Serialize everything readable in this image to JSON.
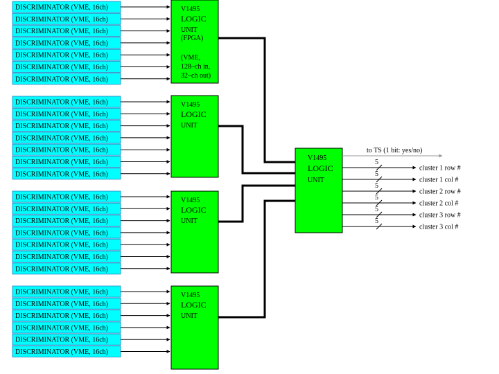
{
  "colors": {
    "discriminator_fill": "#00ffff",
    "discriminator_stroke": "#3399cc",
    "logic_fill": "#00ff00",
    "logic_stroke": "#000000",
    "thick_wire": "#000000",
    "thin_wire": "#000000",
    "ts_wire": "#999999"
  },
  "icons": [
    "arrow-right-icon",
    "bus-slash-icon"
  ],
  "discriminator_label": "DISCRIMINATOR (VME, 16ch)",
  "groups": [
    {
      "discriminator_count": 7,
      "unit": {
        "line1": "V1495",
        "line2": "LOGIC",
        "line3": "UNIT",
        "line4": "(FPGA)",
        "note1": "(VME,",
        "note2": "128–ch in,",
        "note3": "32–ch out)"
      }
    },
    {
      "discriminator_count": 7,
      "unit": {
        "line1": "V1495",
        "line2": "LOGIC",
        "line3": "UNIT"
      }
    },
    {
      "discriminator_count": 7,
      "unit": {
        "line1": "V1495",
        "line2": "LOGIC",
        "line3": "UNIT"
      }
    },
    {
      "discriminator_count": 6,
      "unit": {
        "line1": "V1495",
        "line2": "LOGIC",
        "line3": "UNIT"
      }
    }
  ],
  "central_unit": {
    "line1": "V1495",
    "line2": "LOGIC",
    "line3": "UNIT"
  },
  "trigger_output": "to TS (1 bit: yes/no)",
  "bus_width": "5",
  "outputs": [
    "cluster 1 row #",
    "cluster 1 col #",
    "cluster 2 row #",
    "cluster 2 col #",
    "cluster 3 row #",
    "cluster 3 col #"
  ]
}
